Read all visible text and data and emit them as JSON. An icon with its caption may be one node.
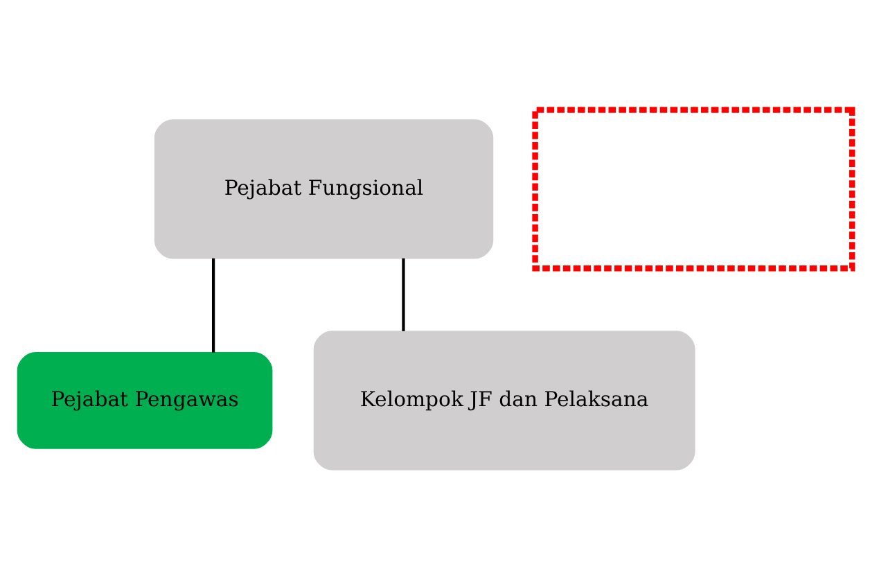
{
  "diagram": {
    "nodes": [
      {
        "text": [
          "Pejabat Fungsional"
        ]
      },
      {
        "text": [
          "Pejabat Pengawas"
        ]
      },
      {
        "text": [
          "Kelompok JF dan Pelaksana"
        ]
      },
      {
        "text": [],
        "shape": "box"
      }
    ],
    "edges": [
      {
        "from": 0,
        "to": 1,
        "arrow": "none"
      },
      {
        "from": 0,
        "to": 2,
        "arrow": "none"
      }
    ]
  }
}
